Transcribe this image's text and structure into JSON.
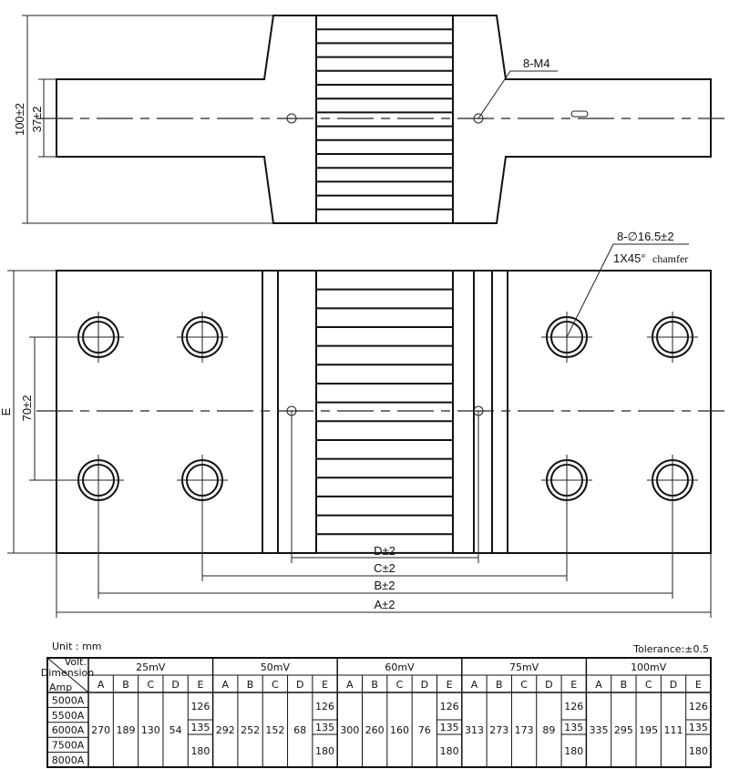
{
  "drawing": {
    "labels": {
      "height_overall": "100±2",
      "height_bar": "37±2",
      "screw_callout": "8-M4",
      "hole_callout": "8-∅16.5±2",
      "chamfer_main": "1X45°",
      "chamfer_word": "chamfer",
      "dim_e": "E",
      "dim_70": "70±2",
      "dim_d": "D±2",
      "dim_c": "C±2",
      "dim_b": "B±2",
      "dim_a": "A±2"
    }
  },
  "table": {
    "unit": "Unit : mm",
    "tolerance": "Tolerance:±0.5",
    "corner": {
      "volt": "Volt.",
      "dimension": "Dimension",
      "amp": "Amp"
    },
    "amps": [
      "5000A",
      "5500A",
      "6000A",
      "7500A",
      "8000A"
    ],
    "columns": [
      "A",
      "B",
      "C",
      "D",
      "E"
    ],
    "e_values": [
      "126",
      "135",
      "180"
    ],
    "groups": [
      {
        "volt": "25mV",
        "values": [
          "270",
          "189",
          "130",
          "54"
        ]
      },
      {
        "volt": "50mV",
        "values": [
          "292",
          "252",
          "152",
          "68"
        ]
      },
      {
        "volt": "60mV",
        "values": [
          "300",
          "260",
          "160",
          "76"
        ]
      },
      {
        "volt": "75mV",
        "values": [
          "313",
          "273",
          "173",
          "89"
        ]
      },
      {
        "volt": "100mV",
        "values": [
          "335",
          "295",
          "195",
          "111"
        ]
      }
    ]
  }
}
